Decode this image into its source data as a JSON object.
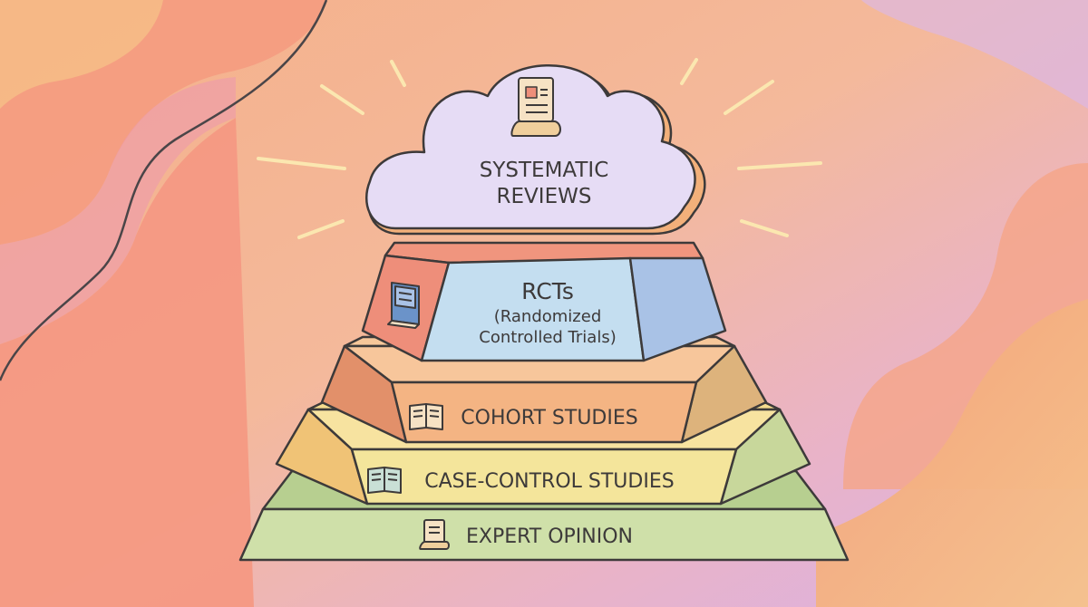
{
  "pyramid": {
    "top": {
      "line1": "SYSTEMATIC",
      "line2": "REVIEWS",
      "icon": "scroll-icon"
    },
    "rcts": {
      "line1": "RCTs",
      "line2": "(Randomized",
      "line3": "Controlled Trials)",
      "icon": "book-icon"
    },
    "cohort": {
      "label": "COHORT STUDIES",
      "icon": "open-book-icon"
    },
    "case_control": {
      "label": "CASE-CONTROL STUDIES",
      "icon": "open-book-icon"
    },
    "expert": {
      "label": "EXPERT OPINION",
      "icon": "scroll-icon"
    }
  },
  "colors": {
    "cloud": "#e6dcf5",
    "rcts_front": "#c4def0",
    "rcts_left": "#ee8e7a",
    "rcts_right": "#a9c2e6",
    "cohort_front": "#f4b483",
    "case_control_front": "#f4e59b",
    "expert_front": "#cfe0a9",
    "outline": "#3d3a3a"
  }
}
